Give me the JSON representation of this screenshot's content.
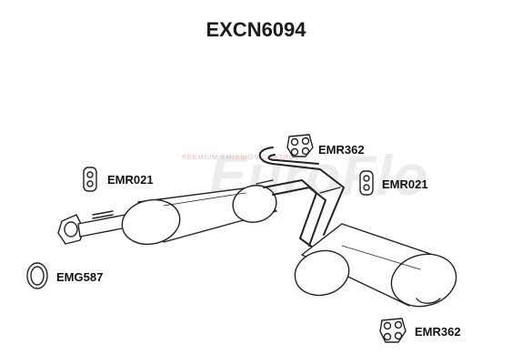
{
  "title": "EXCN6094",
  "watermark": {
    "brand": "EuroFlo",
    "tagline": "PREMIUM EMISSION CONTROL"
  },
  "parts": {
    "emr362_top": "EMR362",
    "emr021_left": "EMR021",
    "emr021_right": "EMR021",
    "emg587": "EMG587",
    "emr362_bottom": "EMR362"
  },
  "colors": {
    "line": "#222222",
    "fill": "#ffffff",
    "watermark": "#c8c8c8",
    "watermark_tag": "#eb7878"
  }
}
